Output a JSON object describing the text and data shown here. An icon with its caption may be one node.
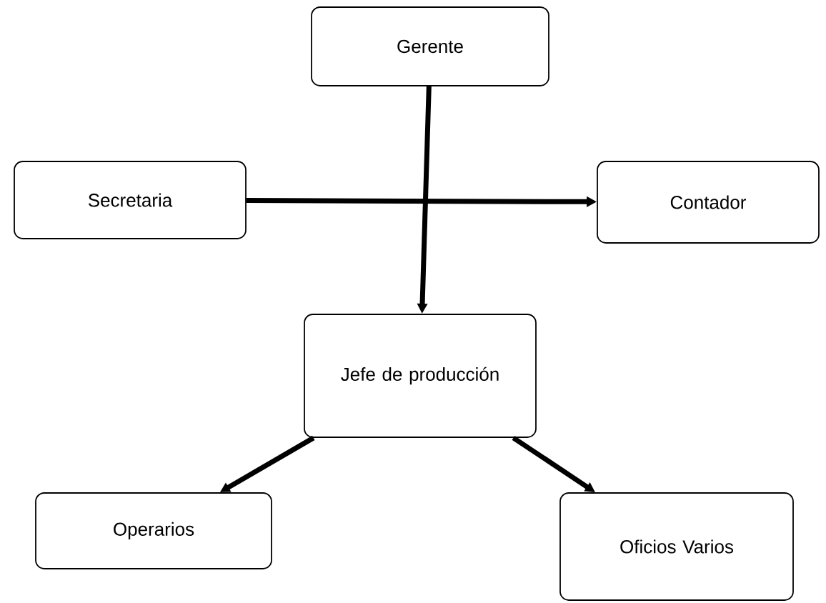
{
  "diagram": {
    "nodes": [
      {
        "text": [
          "Gerente"
        ]
      },
      {
        "text": [
          "Secretaria"
        ]
      },
      {
        "text": [
          "Contador"
        ]
      },
      {
        "text": [
          "Jefe de producción"
        ]
      },
      {
        "text": [
          "Operarios"
        ]
      },
      {
        "text": [
          "Oficios Varios"
        ]
      }
    ],
    "edges": [
      {
        "from": 0,
        "to": 3,
        "arrow": "to"
      },
      {
        "from": 1,
        "to": 2,
        "arrow": "to"
      },
      {
        "from": 3,
        "to": 4,
        "arrow": "to"
      },
      {
        "from": 3,
        "to": 5,
        "arrow": "to"
      }
    ]
  }
}
